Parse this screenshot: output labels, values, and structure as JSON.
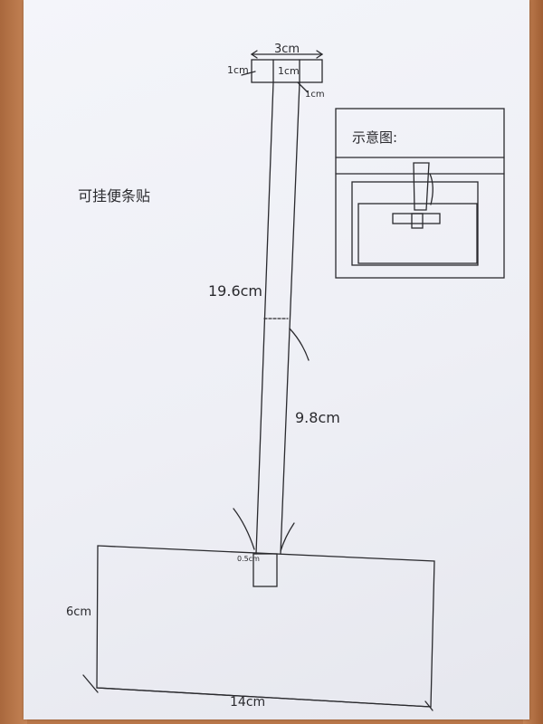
{
  "title": "可挂便条贴",
  "diagram_label": "示意图:",
  "dimensions": {
    "top_width": "3cm",
    "top_left": "1cm",
    "top_center": "1cm",
    "top_right": "1cm",
    "stem_length": "19.6cm",
    "half_length": "9.8cm",
    "slot_width": "0.5cm",
    "board_height": "6cm",
    "board_width": "14cm"
  }
}
